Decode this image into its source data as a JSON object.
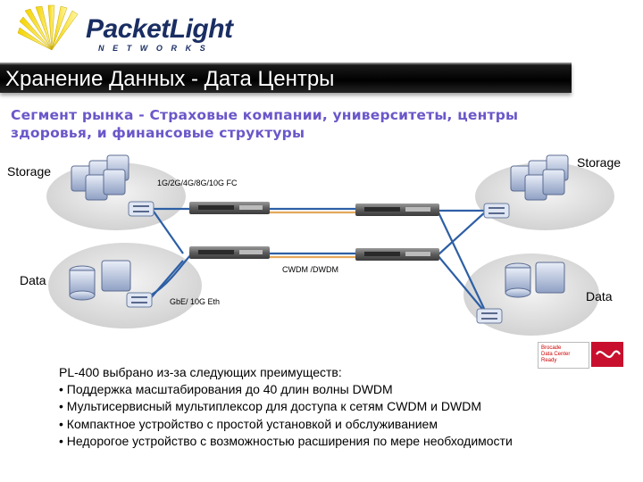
{
  "logo": {
    "name": "PacketLight",
    "tagline": "NETWORKS"
  },
  "title": "Хранение Данных - Дата Центры",
  "subtitle": "Сегмент рынка - Страховые компании, университеты, центры здоровья, и финансовые структуры",
  "diagram": {
    "storage_left": "Storage",
    "storage_right": "Storage",
    "data_left": "Data",
    "data_right": "Data",
    "fc_label": "1G/2G/4G/8G/10G FC",
    "cwdm_label": "CWDM /DWDM",
    "eth_label": "GbE/ 10G Eth"
  },
  "badge": {
    "text": [
      "Brocade",
      "Data Center",
      "Ready"
    ]
  },
  "reasons": {
    "heading": "PL-400 выбрано из-за следующих преимуществ:",
    "items": [
      "• Поддержка масштабирования до 40 длин волны DWDM",
      "• Мультисервисный мультиплексор для доступа к сетям CWDM и DWDM",
      "• Компактное устройство с простой установкой и обслуживанием",
      "• Недорогое устройство с возможностью расширения по мере необходимости"
    ]
  },
  "colors": {
    "title_bar": "#000000",
    "subtitle": "#6b57c9",
    "fiber_blue": "#2d5fa5",
    "fiber_orange": "#e3a85b",
    "logo": "#1a2e63"
  }
}
